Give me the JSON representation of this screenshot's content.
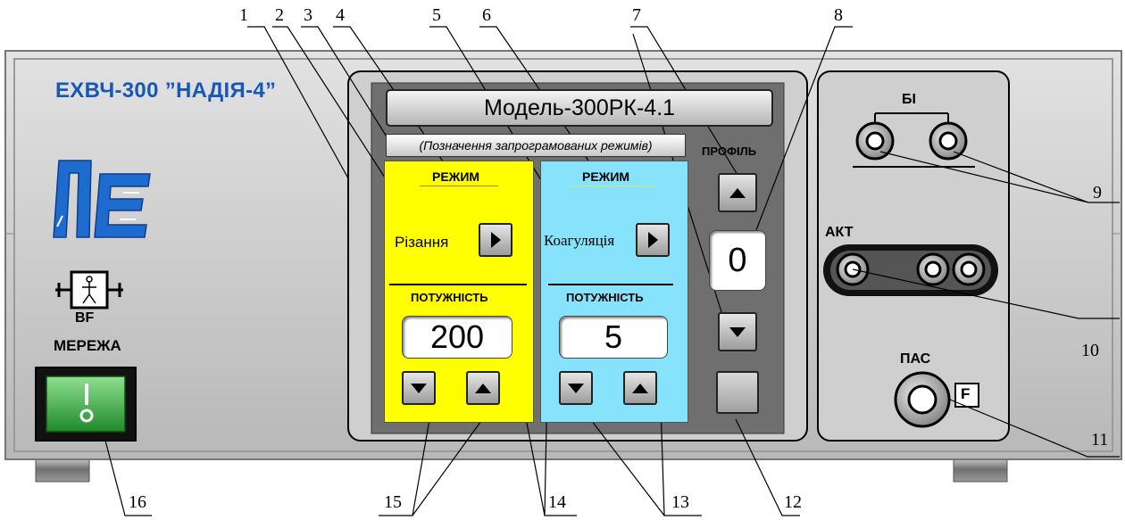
{
  "device": {
    "brand_title": "ЕХВЧ-300 ”НАДІЯ-4”",
    "display_title": "Модель-300РК-4.1",
    "modes_subtitle": "(Позначення запрограмованих режимів)",
    "bf_label": "BF",
    "mains_label": "МЕРЕЖА"
  },
  "left_channel": {
    "mode_heading": "РЕЖИМ",
    "mode_value": "Різання",
    "power_heading": "ПОТУЖНІСТЬ",
    "power_value": "200"
  },
  "right_channel": {
    "mode_heading": "РЕЖИМ",
    "mode_value": "Коагуляція",
    "power_heading": "ПОТУЖНІСТЬ",
    "power_value": "5"
  },
  "profile": {
    "label": "ПРОФІЛЬ",
    "value": "0"
  },
  "sockets": {
    "bi_label": "БІ",
    "akt_label": "АКТ",
    "pas_label": "ПАС",
    "f_label": "F"
  },
  "callouts": [
    "1",
    "2",
    "3",
    "4",
    "5",
    "6",
    "7",
    "8",
    "9",
    "10",
    "11",
    "12",
    "13",
    "14",
    "15",
    "16"
  ],
  "colors": {
    "panel": "#c8c8c8",
    "brand_blue": "#1757b8",
    "left_mode_bg": "#ffff00",
    "right_mode_bg": "#87e3fb",
    "mains_switch": "#2ea836"
  }
}
